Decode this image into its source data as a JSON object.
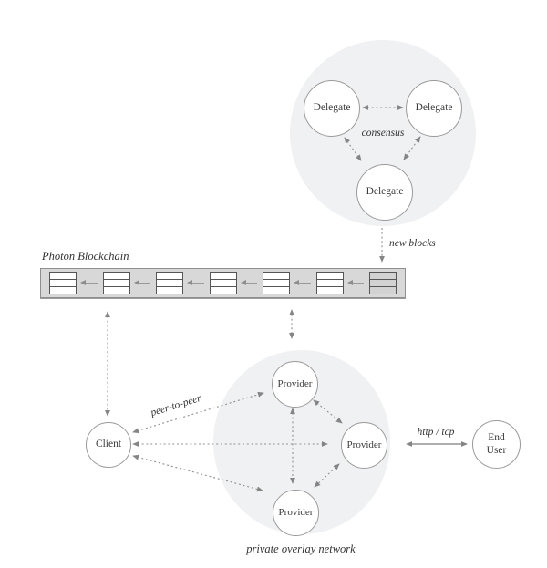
{
  "consensus_cluster": {
    "nodes": [
      {
        "label": "Delegate"
      },
      {
        "label": "Delegate"
      },
      {
        "label": "Delegate"
      }
    ],
    "consensus_label": "consensus",
    "new_blocks_label": "new blocks"
  },
  "blockchain": {
    "title": "Photon Blockchain",
    "block_count": 7,
    "latest_block_highlighted": true
  },
  "overlay_network": {
    "caption": "private overlay network",
    "providers": [
      {
        "label": "Provider"
      },
      {
        "label": "Provider"
      },
      {
        "label": "Provider"
      }
    ],
    "client": {
      "label": "Client"
    },
    "end_user": {
      "label": "End User"
    },
    "peer_to_peer_label": "peer-to-peer",
    "http_tcp_label": "http / tcp"
  },
  "colors": {
    "background": "#ffffff",
    "cluster_fill": "#f0f1f2",
    "node_fill": "#ffffff",
    "node_border": "#9a9a9a",
    "bar_fill": "#d8d8d8",
    "block_border": "#565656",
    "arrow": "#8f8f8f",
    "text": "#3b3b3b"
  }
}
